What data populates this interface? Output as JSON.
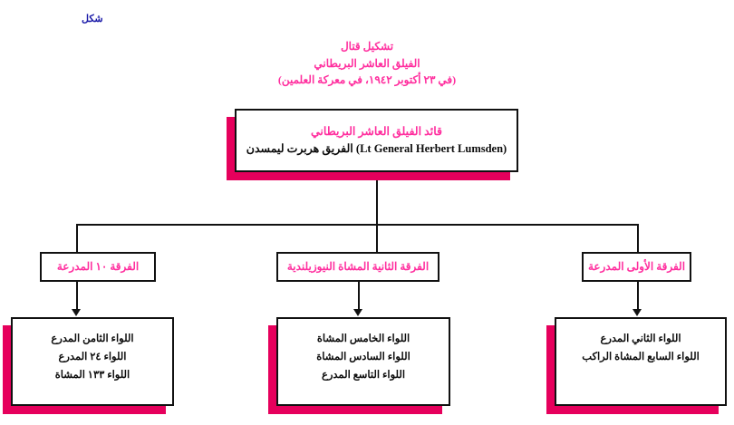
{
  "figure": {
    "corner_label": "شكل",
    "title_lines": [
      "تشكيل قتال",
      "الفيلق العاشر البريطاني",
      "(في ٢٣ أكتوبر ١٩٤٢، في معركة العلمين)"
    ]
  },
  "colors": {
    "pink_text": "#ff2e9e",
    "shadow": "#e6005c",
    "corner_label": "#1a1aa8",
    "box_border": "#111111",
    "black_text": "#0d0d0d",
    "background": "#ffffff"
  },
  "commander": {
    "title_ar": "قائد الفيلق العاشر البريطاني",
    "name_line": "الفريق هربرت ليمسدن (Lt General  Herbert Lumsden)"
  },
  "divisions": [
    {
      "id": "div-10",
      "label": "الفرقة ١٠ المدرعة"
    },
    {
      "id": "div-nz",
      "label": "الفرقة الثانية المشاة النيوزيلندية"
    },
    {
      "id": "div-1",
      "label": "الفرقة الأولى المدرعة"
    }
  ],
  "brigade_groups": [
    {
      "id": "brg-left",
      "parent": "الفرقة ١٠ المدرعة",
      "units": [
        "اللواء الثامن المدرع",
        "اللواء ٢٤ المدرع",
        "اللواء ١٣٣ المشاة"
      ]
    },
    {
      "id": "brg-mid",
      "parent": "الفرقة الثانية المشاة النيوزيلندية",
      "units": [
        "اللواء الخامس المشاة",
        "اللواء السادس المشاة",
        "اللواء التاسع المدرع"
      ]
    },
    {
      "id": "brg-right",
      "parent": "الفرقة الأولى المدرعة",
      "units": [
        "اللواء الثاني المدرع",
        "اللواء السابع المشاة الراكب"
      ]
    }
  ]
}
